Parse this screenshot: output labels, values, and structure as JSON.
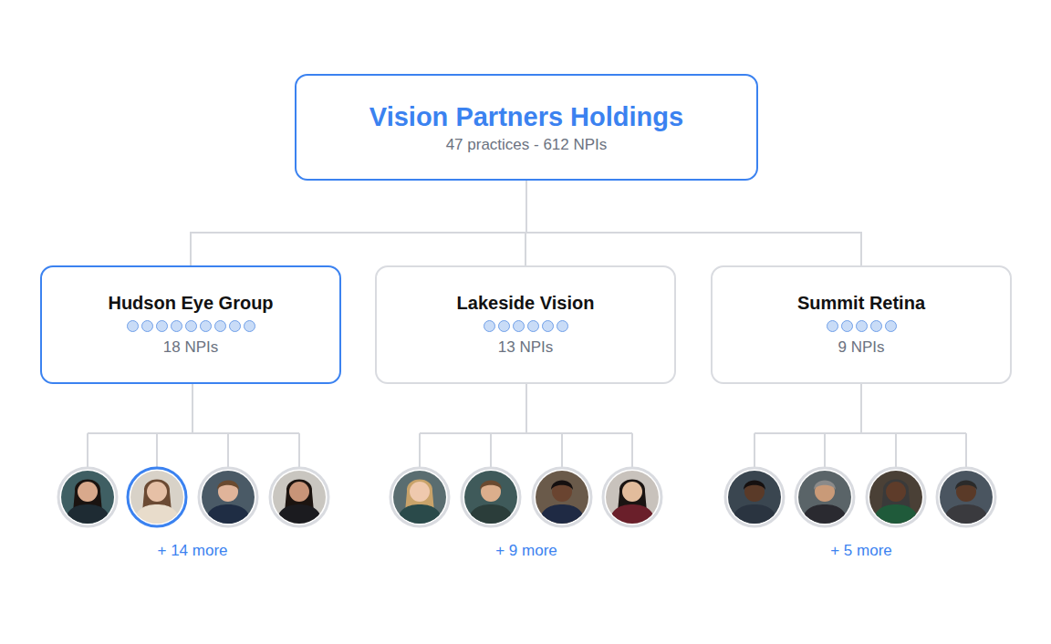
{
  "diagram": {
    "nodes": [
      {
        "text": [
          "Vision Partners Holdings",
          "47 practices - 612 NPIs"
        ]
      },
      {
        "text": [
          "Hudson Eye Group",
          "18 NPIs"
        ]
      },
      {
        "text": [
          "Lakeside Vision",
          "13 NPIs"
        ]
      },
      {
        "text": [
          "Summit Retina",
          "9 NPIs"
        ]
      }
    ],
    "edges": [
      {
        "from": 0,
        "to": 1,
        "arrow": "none"
      },
      {
        "from": 0,
        "to": 2,
        "arrow": "none"
      },
      {
        "from": 0,
        "to": 3,
        "arrow": "none"
      }
    ],
    "labels": [
      "+ 14 more",
      "+ 9 more",
      "+ 5 more"
    ]
  }
}
